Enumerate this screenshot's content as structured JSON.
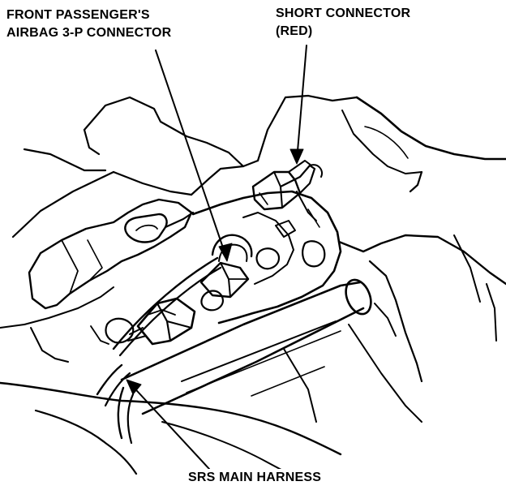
{
  "labels": {
    "front_passenger_line1": "FRONT PASSENGER'S",
    "front_passenger_line2": "AIRBAG 3-P CONNECTOR",
    "short_connector_line1": "SHORT CONNECTOR",
    "short_connector_line2": "(RED)",
    "srs_main_harness": "SRS MAIN HARNESS"
  },
  "colors": {
    "ink": "#000000",
    "paper": "#ffffff"
  }
}
